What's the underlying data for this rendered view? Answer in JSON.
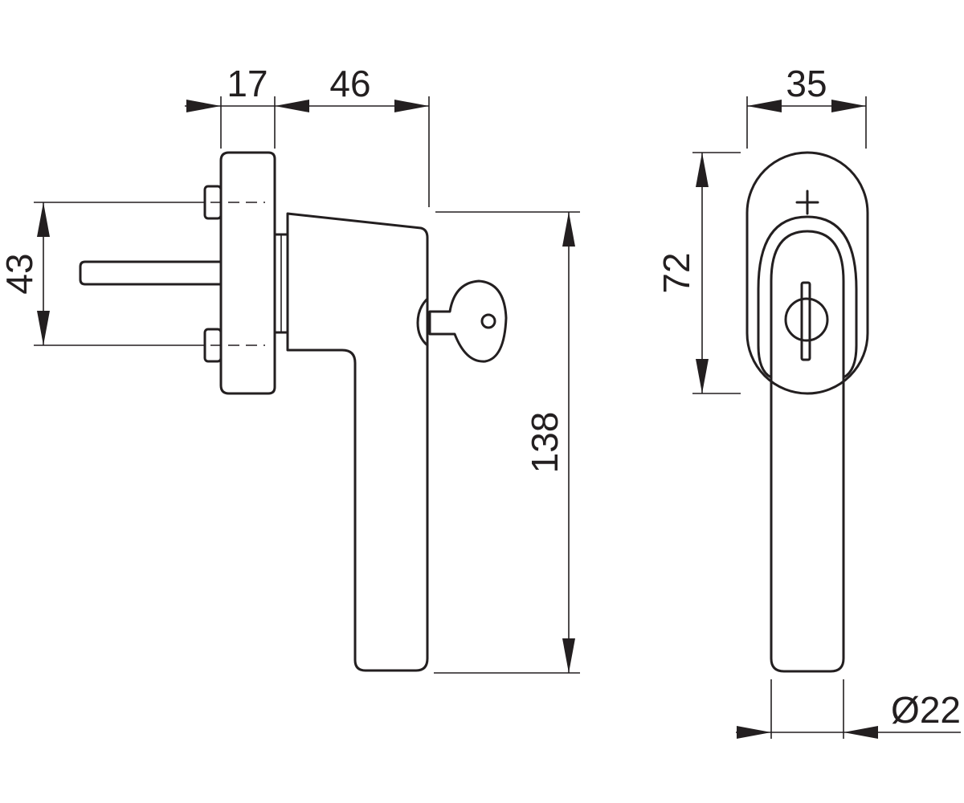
{
  "dimensions": {
    "width_mount": "17",
    "depth_handle": "46",
    "spindle_spacing": "43",
    "handle_length": "138",
    "rose_width": "35",
    "rose_height": "72",
    "grip_diameter": "Ø22"
  },
  "colors": {
    "line": "#231f20",
    "background": "#ffffff"
  }
}
